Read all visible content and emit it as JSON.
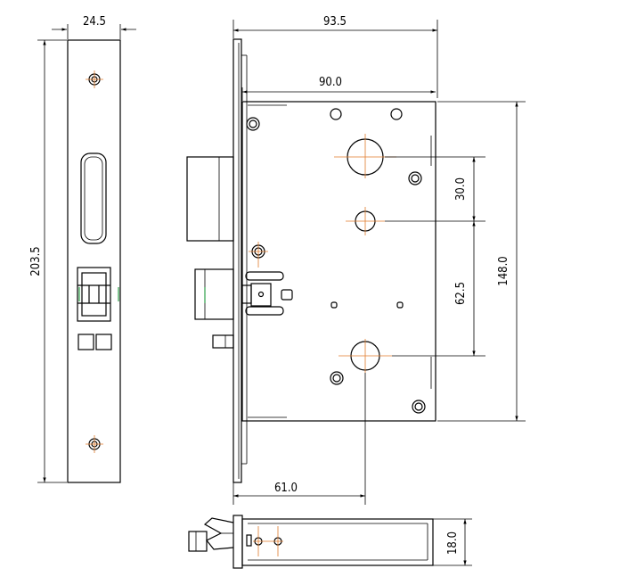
{
  "dimensions": {
    "faceplate_width": "24.5",
    "faceplate_height": "203.5",
    "overall_width": "93.5",
    "case_width": "90.0",
    "hole_spacing_upper": "30.0",
    "hole_spacing_lower": "62.5",
    "case_height": "148.0",
    "backset": "61.0",
    "case_thickness": "18.0"
  }
}
